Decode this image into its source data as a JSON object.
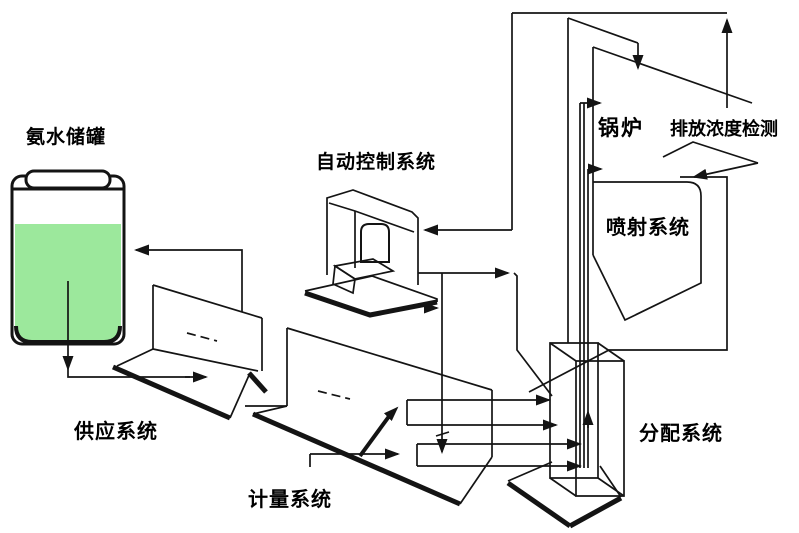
{
  "diagram": {
    "labels": {
      "tank": "氨水储罐",
      "control": "自动控制系统",
      "boiler": "锅炉",
      "emission_detection": "排放浓度检测",
      "injection": "喷射系统",
      "distribution": "分配系统",
      "supply": "供应系统",
      "metering": "计量系统"
    },
    "colors": {
      "background": "#ffffff",
      "line": "#141414",
      "tank_fill": "#9CE89C"
    }
  }
}
